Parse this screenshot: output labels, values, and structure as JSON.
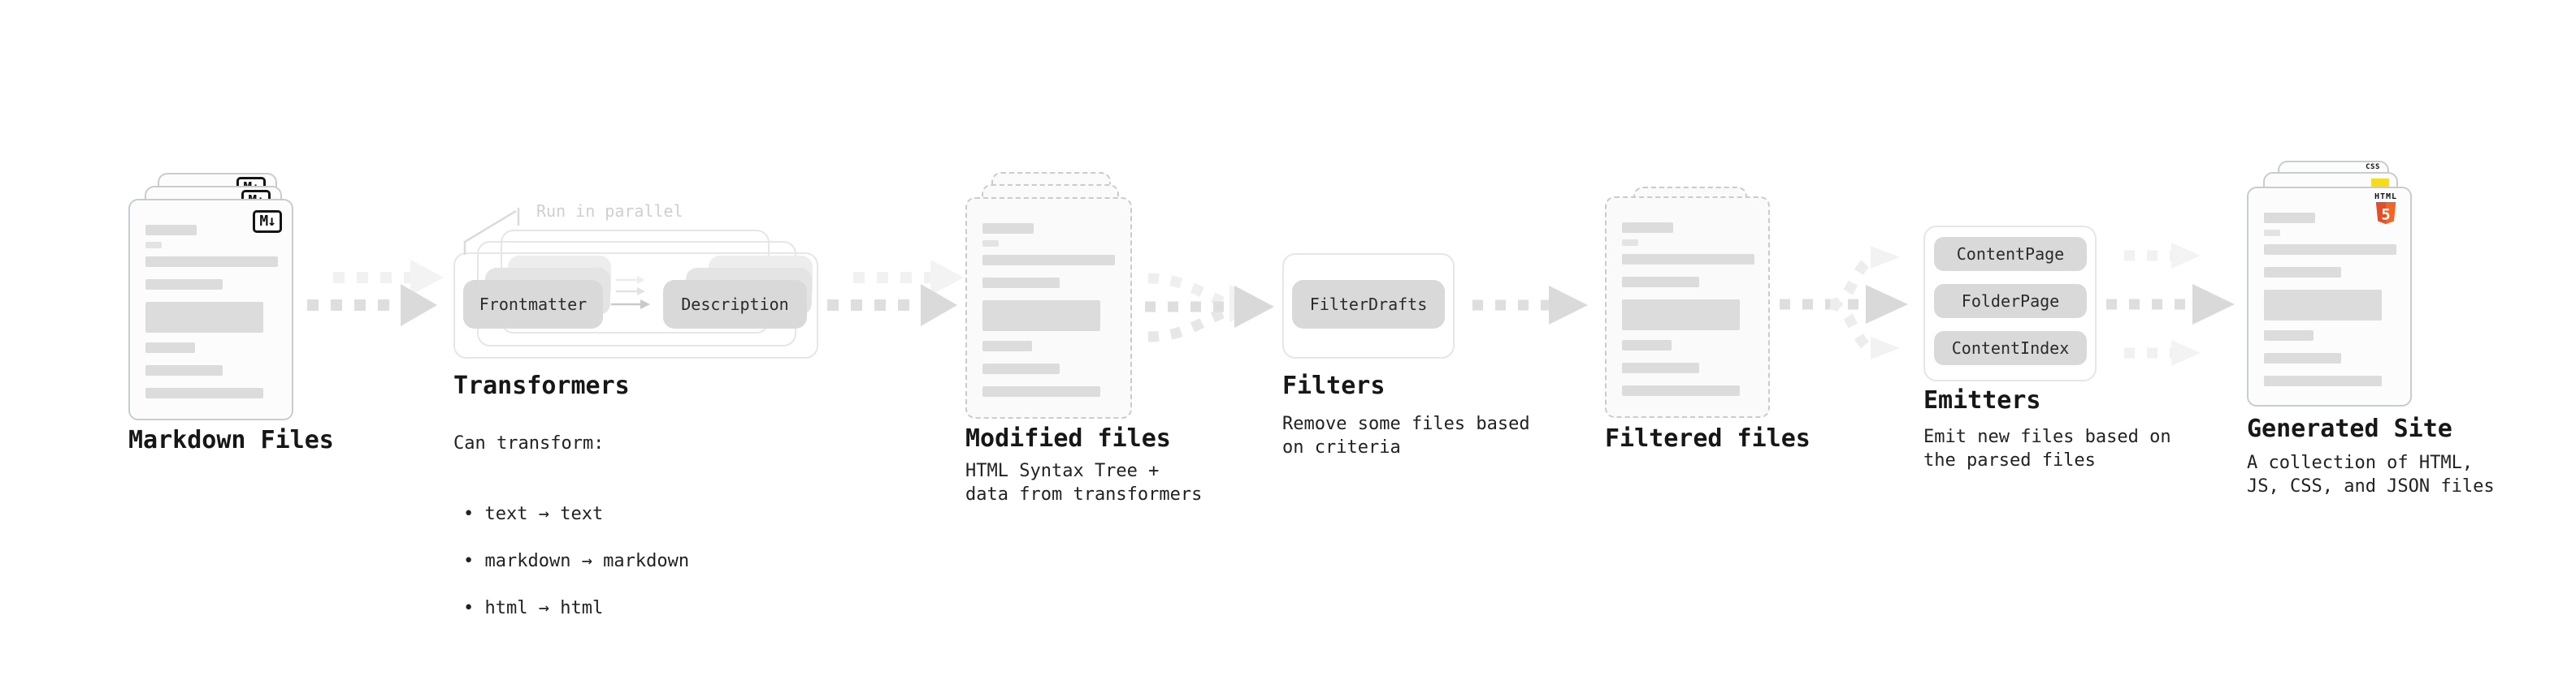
{
  "stages": {
    "markdown": {
      "title": "Markdown Files",
      "file_badge": "M↓"
    },
    "transformers": {
      "annotation": "Run in parallel",
      "pill_left": "Frontmatter",
      "pill_right": "Description",
      "title": "Transformers",
      "desc_heading": "Can transform:",
      "bullets": [
        "• text → text",
        "• markdown → markdown",
        "• html → html"
      ]
    },
    "modified": {
      "title": "Modified files",
      "desc": "HTML Syntax Tree +\ndata from transformers"
    },
    "filters": {
      "title": "Filters",
      "pill": "FilterDrafts",
      "desc": "Remove some files based\non criteria"
    },
    "filtered": {
      "title": "Filtered files"
    },
    "emitters": {
      "title": "Emitters",
      "pills": [
        "ContentPage",
        "FolderPage",
        "ContentIndex"
      ],
      "desc": "Emit new files based on\nthe parsed files"
    },
    "generated": {
      "title": "Generated Site",
      "desc": "A collection of HTML,\nJS, CSS, and JSON files",
      "css_badge": "CSS",
      "html_badge_label": "HTML",
      "html_badge_number": "5"
    }
  },
  "colors": {
    "css_blue": "#2962f5",
    "js_yellow": "#f5de19",
    "html_orange": "#e44d26",
    "html_orange_light": "#f16529"
  }
}
